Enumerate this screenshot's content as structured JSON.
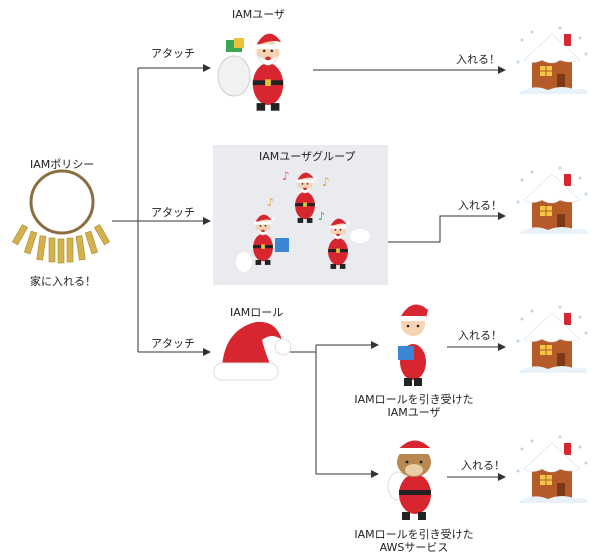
{
  "policy": {
    "title": "IAMポリシー",
    "caption": "家に入れる！"
  },
  "attach_label": "アタッチ",
  "enter_label": "入れる！",
  "iam_user": {
    "title": "IAMユーザ"
  },
  "iam_group": {
    "title": "IAMユーザグループ"
  },
  "iam_role": {
    "title": "IAMロール"
  },
  "assumed_user": {
    "caption_line1": "IAMロールを引き受けた",
    "caption_line2": "IAMユーザ"
  },
  "assumed_service": {
    "caption_line1": "IAMロールを引き受けた",
    "caption_line2": "AWSサービス"
  },
  "colors": {
    "santa_red": "#d7262f",
    "house_wall": "#b55b2a",
    "roof_snow": "#ffffff",
    "group_box": "#e9ebee",
    "line": "#333333"
  }
}
